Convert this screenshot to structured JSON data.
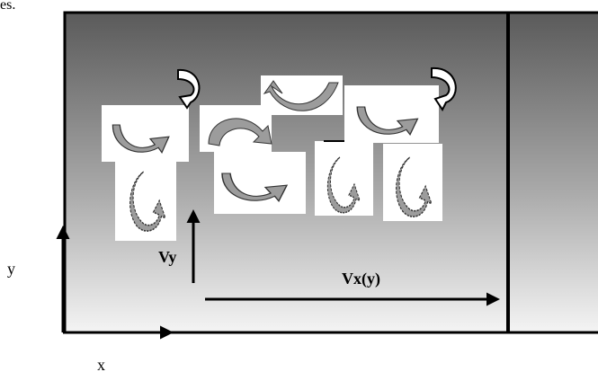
{
  "partial_title": "es.",
  "labels": {
    "vx": "Vx(y)",
    "vy": "Vy",
    "x_axis": "x",
    "y_axis": "y"
  },
  "colors": {
    "gradient_top": "#5a5a5a",
    "gradient_bottom": "#f2f2f2",
    "border": "#000000",
    "eddy_fill": "#9c9c9c",
    "card": "#ffffff"
  },
  "eddy_icons": [
    "eddy-icon-1",
    "eddy-icon-2",
    "eddy-icon-3",
    "eddy-icon-4",
    "eddy-icon-5",
    "eddy-icon-6",
    "eddy-icon-7",
    "eddy-icon-8",
    "eddy-icon-9",
    "eddy-icon-10"
  ]
}
